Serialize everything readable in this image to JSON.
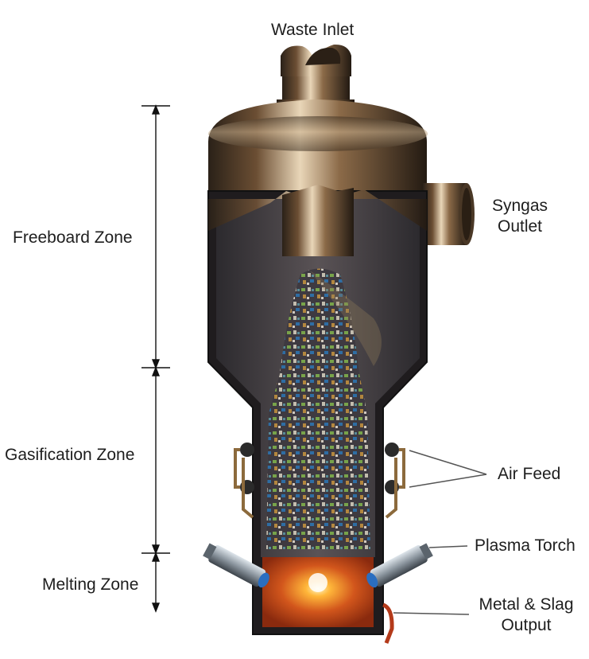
{
  "labels": {
    "waste_inlet": "Waste Inlet",
    "syngas_outlet_line1": "Syngas",
    "syngas_outlet_line2": "Outlet",
    "freeboard_zone": "Freeboard Zone",
    "gasification_zone": "Gasification Zone",
    "melting_zone": "Melting Zone",
    "air_feed": "Air Feed",
    "plasma_torch": "Plasma Torch",
    "metal_slag_line1": "Metal & Slag",
    "metal_slag_line2": "Output"
  },
  "colors": {
    "shell_metal": "#7a5a3c",
    "inner_chamber": "#3f3a3c",
    "molten_zone": "#d24a18",
    "label_text": "#1e1e1e"
  }
}
